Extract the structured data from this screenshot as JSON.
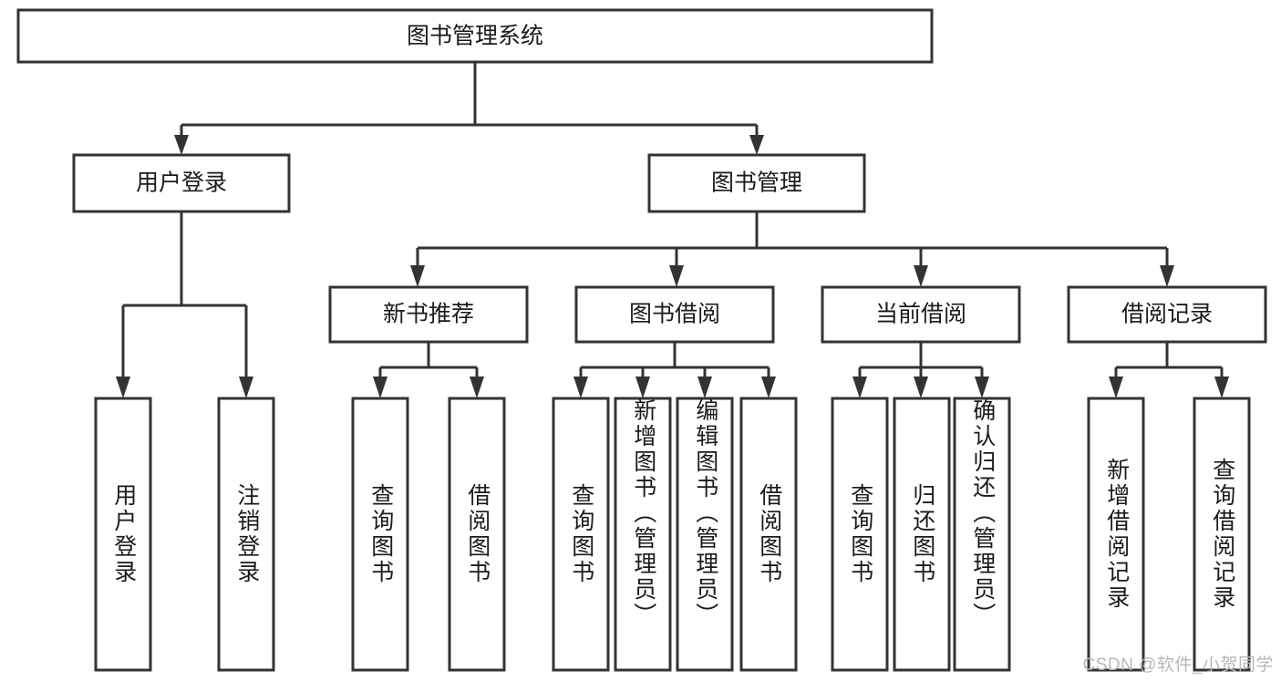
{
  "diagram": {
    "type": "tree-hierarchy",
    "orientation": "top-down",
    "root": {
      "id": "root",
      "label": "图书管理系统"
    },
    "level2": [
      {
        "id": "user-login",
        "label": "用户登录"
      },
      {
        "id": "book-management",
        "label": "图书管理"
      }
    ],
    "level3": [
      {
        "id": "new-book-recommend",
        "label": "新书推荐",
        "parent": "book-management"
      },
      {
        "id": "book-borrow",
        "label": "图书借阅",
        "parent": "book-management"
      },
      {
        "id": "current-borrow",
        "label": "当前借阅",
        "parent": "book-management"
      },
      {
        "id": "borrow-record",
        "label": "借阅记录",
        "parent": "book-management"
      }
    ],
    "leaves": {
      "user_login": [
        {
          "id": "leaf-user-login",
          "label": "用户登录"
        },
        {
          "id": "leaf-logout-login",
          "label": "注销登录"
        }
      ],
      "new_book_recommend": [
        {
          "id": "leaf-query-book-1",
          "label": "查询图书"
        },
        {
          "id": "leaf-borrow-book-1",
          "label": "借阅图书"
        }
      ],
      "book_borrow": [
        {
          "id": "leaf-query-book-2",
          "label": "查询图书"
        },
        {
          "id": "leaf-add-book",
          "label": "新增图书（管理员）"
        },
        {
          "id": "leaf-edit-book",
          "label": "编辑图书（管理员）"
        },
        {
          "id": "leaf-borrow-book-2",
          "label": "借阅图书"
        }
      ],
      "current_borrow": [
        {
          "id": "leaf-query-book-3",
          "label": "查询图书"
        },
        {
          "id": "leaf-return-book",
          "label": "归还图书"
        },
        {
          "id": "leaf-confirm-return",
          "label": "确认归还（管理员）"
        }
      ],
      "borrow_record": [
        {
          "id": "leaf-add-record",
          "label": "新增借阅记录"
        },
        {
          "id": "leaf-query-record",
          "label": "查询借阅记录"
        }
      ]
    }
  },
  "watermark": {
    "text": "CSDN @软件_小贺同学"
  },
  "colors": {
    "box_stroke": "#333333",
    "box_fill": "#ffffff",
    "text": "#1a1a1a",
    "connector": "#333333",
    "watermark": "#b8b8b8",
    "background": "#ffffff"
  }
}
